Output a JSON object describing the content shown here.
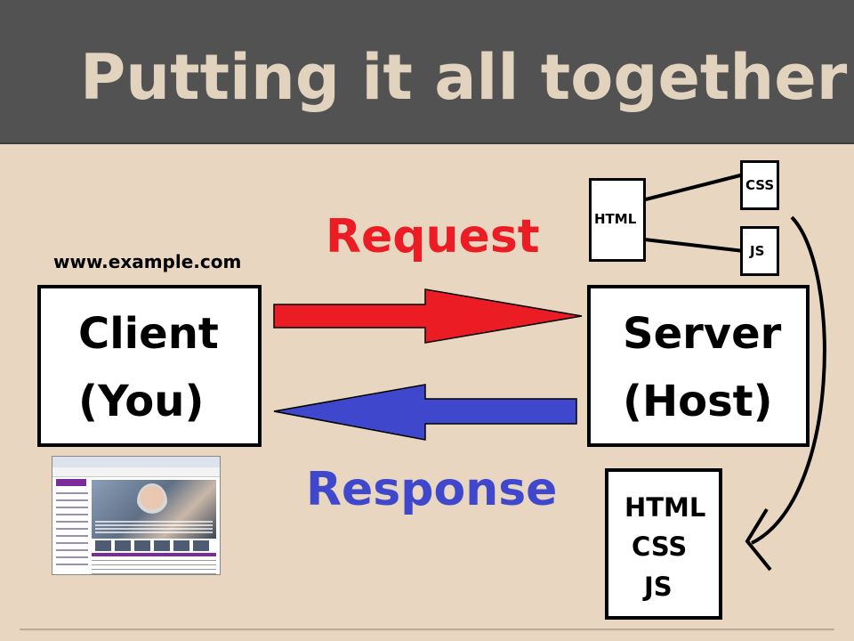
{
  "slide": {
    "title": "Putting it all together"
  },
  "client": {
    "domain": "www.example.com",
    "label_line1": "Client",
    "label_line2": "(You)"
  },
  "server": {
    "label_line1": "Server",
    "label_line2": "(Host)"
  },
  "flows": {
    "request": "Request",
    "response": "Response"
  },
  "server_files": {
    "html": "HTML",
    "css": "CSS",
    "js": "JS"
  },
  "bundle": {
    "line1": "HTML",
    "line2": "CSS",
    "line3": "JS"
  },
  "colors": {
    "header_bg": "#525252",
    "title_text": "#e1d3bd",
    "slide_bg": "#e8d6c0",
    "request": "#ec1c24",
    "response": "#3f48cc"
  }
}
